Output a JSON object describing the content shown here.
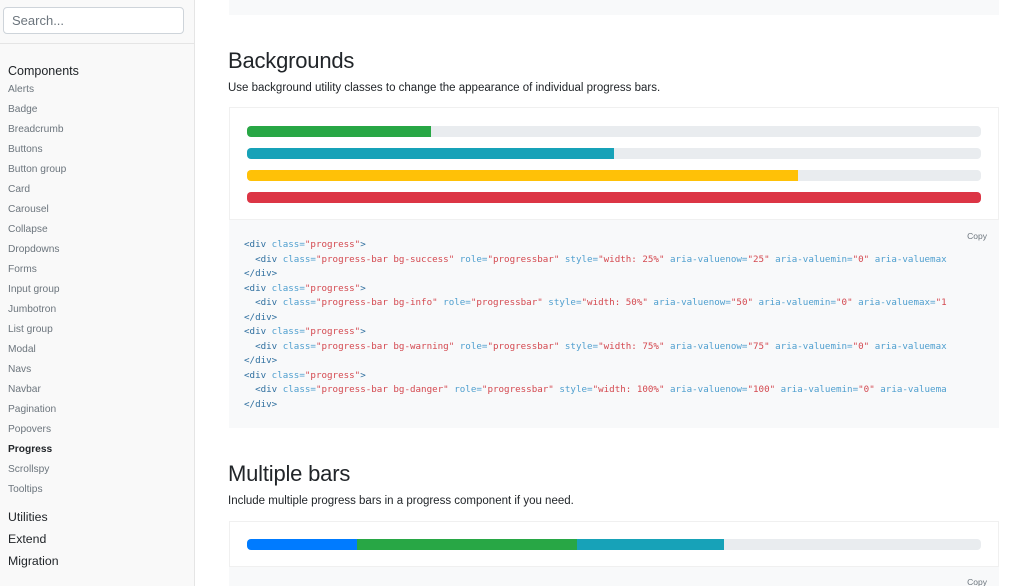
{
  "search": {
    "placeholder": "Search..."
  },
  "sidebar": {
    "components_title": "Components",
    "items": [
      {
        "label": "Alerts",
        "active": false
      },
      {
        "label": "Badge",
        "active": false
      },
      {
        "label": "Breadcrumb",
        "active": false
      },
      {
        "label": "Buttons",
        "active": false
      },
      {
        "label": "Button group",
        "active": false
      },
      {
        "label": "Card",
        "active": false
      },
      {
        "label": "Carousel",
        "active": false
      },
      {
        "label": "Collapse",
        "active": false
      },
      {
        "label": "Dropdowns",
        "active": false
      },
      {
        "label": "Forms",
        "active": false
      },
      {
        "label": "Input group",
        "active": false
      },
      {
        "label": "Jumbotron",
        "active": false
      },
      {
        "label": "List group",
        "active": false
      },
      {
        "label": "Modal",
        "active": false
      },
      {
        "label": "Navs",
        "active": false
      },
      {
        "label": "Navbar",
        "active": false
      },
      {
        "label": "Pagination",
        "active": false
      },
      {
        "label": "Popovers",
        "active": false
      },
      {
        "label": "Progress",
        "active": true
      },
      {
        "label": "Scrollspy",
        "active": false
      },
      {
        "label": "Tooltips",
        "active": false
      }
    ],
    "groups": [
      "Utilities",
      "Extend",
      "Migration"
    ]
  },
  "backgrounds": {
    "title": "Backgrounds",
    "lead": "Use background utility classes to change the appearance of individual progress bars.",
    "bars": [
      {
        "class": "bg-success",
        "value": 25,
        "color": "#28a745"
      },
      {
        "class": "bg-info",
        "value": 50,
        "color": "#17a2b8"
      },
      {
        "class": "bg-warning",
        "value": 75,
        "color": "#ffc107"
      },
      {
        "class": "bg-danger",
        "value": 100,
        "color": "#dc3545"
      }
    ],
    "copy_label": "Copy",
    "code_lines": [
      [
        [
          "tag",
          "<div "
        ],
        [
          "attr",
          "class="
        ],
        [
          "val",
          "\"progress\""
        ],
        [
          "tag",
          ">"
        ]
      ],
      [
        [
          "tag",
          "  <div "
        ],
        [
          "attr",
          "class="
        ],
        [
          "val",
          "\"progress-bar bg-success\""
        ],
        [
          "attr",
          " role="
        ],
        [
          "val",
          "\"progressbar\""
        ],
        [
          "attr",
          " style="
        ],
        [
          "val",
          "\"width: 25%\""
        ],
        [
          "attr",
          " aria-valuenow="
        ],
        [
          "val",
          "\"25\""
        ],
        [
          "attr",
          " aria-valuemin="
        ],
        [
          "val",
          "\"0\""
        ],
        [
          "attr",
          " aria-valuemax"
        ]
      ],
      [
        [
          "tag",
          "</div>"
        ]
      ],
      [
        [
          "tag",
          "<div "
        ],
        [
          "attr",
          "class="
        ],
        [
          "val",
          "\"progress\""
        ],
        [
          "tag",
          ">"
        ]
      ],
      [
        [
          "tag",
          "  <div "
        ],
        [
          "attr",
          "class="
        ],
        [
          "val",
          "\"progress-bar bg-info\""
        ],
        [
          "attr",
          " role="
        ],
        [
          "val",
          "\"progressbar\""
        ],
        [
          "attr",
          " style="
        ],
        [
          "val",
          "\"width: 50%\""
        ],
        [
          "attr",
          " aria-valuenow="
        ],
        [
          "val",
          "\"50\""
        ],
        [
          "attr",
          " aria-valuemin="
        ],
        [
          "val",
          "\"0\""
        ],
        [
          "attr",
          " aria-valuemax="
        ],
        [
          "val",
          "\"1"
        ]
      ],
      [
        [
          "tag",
          "</div>"
        ]
      ],
      [
        [
          "tag",
          "<div "
        ],
        [
          "attr",
          "class="
        ],
        [
          "val",
          "\"progress\""
        ],
        [
          "tag",
          ">"
        ]
      ],
      [
        [
          "tag",
          "  <div "
        ],
        [
          "attr",
          "class="
        ],
        [
          "val",
          "\"progress-bar bg-warning\""
        ],
        [
          "attr",
          " role="
        ],
        [
          "val",
          "\"progressbar\""
        ],
        [
          "attr",
          " style="
        ],
        [
          "val",
          "\"width: 75%\""
        ],
        [
          "attr",
          " aria-valuenow="
        ],
        [
          "val",
          "\"75\""
        ],
        [
          "attr",
          " aria-valuemin="
        ],
        [
          "val",
          "\"0\""
        ],
        [
          "attr",
          " aria-valuemax"
        ]
      ],
      [
        [
          "tag",
          "</div>"
        ]
      ],
      [
        [
          "tag",
          "<div "
        ],
        [
          "attr",
          "class="
        ],
        [
          "val",
          "\"progress\""
        ],
        [
          "tag",
          ">"
        ]
      ],
      [
        [
          "tag",
          "  <div "
        ],
        [
          "attr",
          "class="
        ],
        [
          "val",
          "\"progress-bar bg-danger\""
        ],
        [
          "attr",
          " role="
        ],
        [
          "val",
          "\"progressbar\""
        ],
        [
          "attr",
          " style="
        ],
        [
          "val",
          "\"width: 100%\""
        ],
        [
          "attr",
          " aria-valuenow="
        ],
        [
          "val",
          "\"100\""
        ],
        [
          "attr",
          " aria-valuemin="
        ],
        [
          "val",
          "\"0\""
        ],
        [
          "attr",
          " aria-valuema"
        ]
      ],
      [
        [
          "tag",
          "</div>"
        ]
      ]
    ]
  },
  "multiple": {
    "title": "Multiple bars",
    "lead": "Include multiple progress bars in a progress component if you need.",
    "segments": [
      {
        "value": 15,
        "color": "#007bff"
      },
      {
        "value": 30,
        "color": "#28a745"
      },
      {
        "value": 20,
        "color": "#17a2b8"
      }
    ],
    "copy_label": "Copy"
  }
}
